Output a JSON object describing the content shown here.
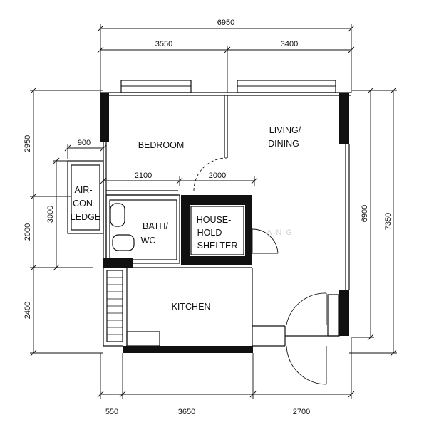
{
  "dimensions": {
    "top_total": "6950",
    "top_left": "3550",
    "top_right": "3400",
    "left_upper": "2950",
    "left_middle": "2000",
    "left_lower": "2400",
    "aircon_height": "3000",
    "aircon_width": "900",
    "bath_width": "2100",
    "shelter_width": "2000",
    "right_inner": "6900",
    "right_outer": "7350",
    "bottom_left": "550",
    "bottom_middle": "3650",
    "bottom_right": "2700"
  },
  "rooms": {
    "bedroom": "BEDROOM",
    "living_line1": "LIVING/",
    "living_line2": "DINING",
    "aircon_line1": "AIR-",
    "aircon_line2": "CON",
    "aircon_line3": "LEDGE",
    "bath_line1": "BATH/",
    "bath_line2": "WC",
    "shelter_line1": "HOUSE-",
    "shelter_line2": "HOLD",
    "shelter_line3": "SHELTER",
    "kitchen": "KITCHEN"
  },
  "watermark": "ANG"
}
